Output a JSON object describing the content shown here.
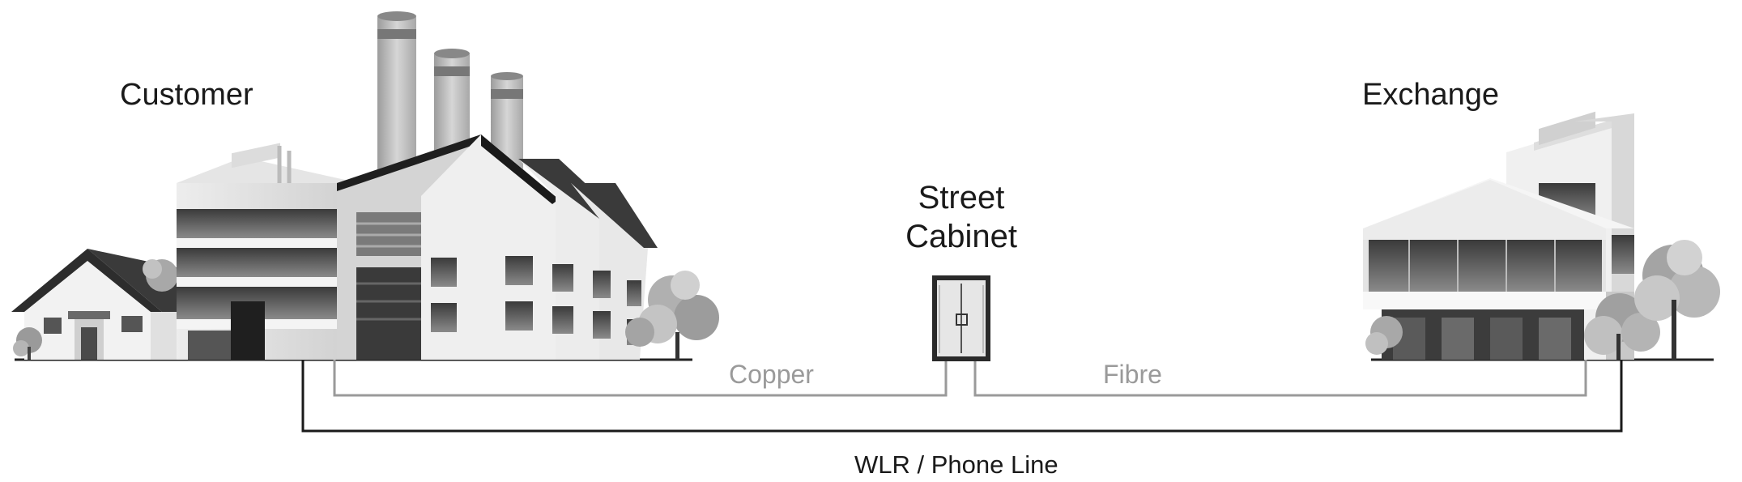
{
  "labels": {
    "customer": "Customer",
    "exchange": "Exchange",
    "cabinet_line1": "Street",
    "cabinet_line2": "Cabinet",
    "copper": "Copper",
    "fibre": "Fibre",
    "wlr": "WLR / Phone Line"
  },
  "colors": {
    "copper_line": "#9a9a9a",
    "fibre_line": "#9a9a9a",
    "wlr_line": "#1a1a1a",
    "cabinet_fill": "#e6e6e6",
    "cabinet_border": "#2a2a2a"
  },
  "icons": [
    "house-icon",
    "office-block-icon",
    "factory-icon",
    "tree-icon",
    "street-cabinet-icon",
    "exchange-building-icon"
  ]
}
